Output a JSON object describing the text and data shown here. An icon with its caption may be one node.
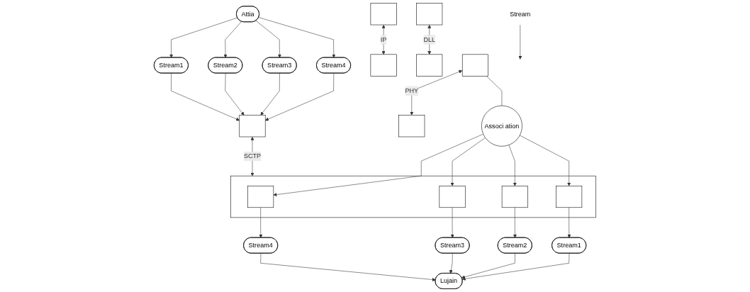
{
  "diagram": {
    "nodes": [
      {
        "text": [
          "Attia"
        ]
      },
      {
        "text": [
          "Lujain"
        ]
      },
      {
        "text": [
          "Stream1"
        ]
      },
      {
        "text": [
          "Stream2"
        ]
      },
      {
        "text": [
          "Stream3"
        ]
      },
      {
        "text": [
          "Stream4"
        ]
      },
      {
        "text": [
          "Stream4"
        ]
      },
      {
        "text": [
          "Stream3"
        ]
      },
      {
        "text": [
          "Stream2"
        ]
      },
      {
        "text": [
          "Stream1"
        ]
      },
      {
        "text": [],
        "shape": "box"
      },
      {
        "text": [],
        "shape": "box"
      },
      {
        "text": [],
        "shape": "box",
        "in": 11
      },
      {
        "text": [],
        "shape": "box",
        "in": 11
      },
      {
        "text": [],
        "shape": "box",
        "in": 11
      },
      {
        "text": [],
        "shape": "box",
        "in": 11
      },
      {
        "text": [],
        "shape": "box"
      },
      {
        "text": [],
        "shape": "box"
      },
      {
        "text": [],
        "shape": "box"
      },
      {
        "text": [],
        "shape": "box"
      },
      {
        "text": [],
        "shape": "box"
      },
      {
        "text": [],
        "shape": "box"
      },
      {
        "text": [
          "Associ ation"
        ]
      },
      {
        "text": [
          "Stream"
        ]
      }
    ],
    "edges": [
      {
        "from": 0,
        "to": 2,
        "arrow": "to"
      },
      {
        "from": 0,
        "to": 3,
        "arrow": "to"
      },
      {
        "from": 0,
        "to": 4,
        "arrow": "to"
      },
      {
        "from": 0,
        "to": 5,
        "arrow": "to"
      },
      {
        "from": 6,
        "to": 1,
        "arrow": "to"
      },
      {
        "from": 7,
        "to": 1,
        "arrow": "to"
      },
      {
        "from": 8,
        "to": 1,
        "arrow": "to"
      },
      {
        "from": 9,
        "to": 1,
        "arrow": "to"
      },
      {
        "from": 2,
        "to": 10,
        "arrow": "to"
      },
      {
        "from": 3,
        "to": 10,
        "arrow": "to"
      },
      {
        "from": 4,
        "to": 10,
        "arrow": "to"
      },
      {
        "from": 5,
        "to": 10,
        "arrow": "to"
      },
      {
        "from": 12,
        "to": 6,
        "arrow": "to"
      },
      {
        "from": 13,
        "to": 7,
        "arrow": "to"
      },
      {
        "from": 14,
        "to": 8,
        "arrow": "to"
      },
      {
        "from": 15,
        "to": 9,
        "arrow": "to"
      },
      {
        "from": 10,
        "to": 11,
        "arrow": "both",
        "label": "SCTP"
      },
      {
        "from": 16,
        "to": 17,
        "arrow": "both",
        "label": "IP"
      },
      {
        "from": 18,
        "to": 19,
        "arrow": "both",
        "label": "DLL"
      },
      {
        "from": 20,
        "to": 21,
        "arrow": "both",
        "label": "PHY"
      },
      {
        "from": 20,
        "to": 22,
        "arrow": "none"
      },
      {
        "from": 22,
        "to": 12,
        "arrow": "to"
      },
      {
        "from": 22,
        "to": 13,
        "arrow": "to"
      },
      {
        "from": 22,
        "to": 14,
        "arrow": "to"
      },
      {
        "from": 22,
        "to": 15,
        "arrow": "to"
      },
      {
        "from": 23,
        "to": null,
        "arrow": "to"
      }
    ]
  }
}
